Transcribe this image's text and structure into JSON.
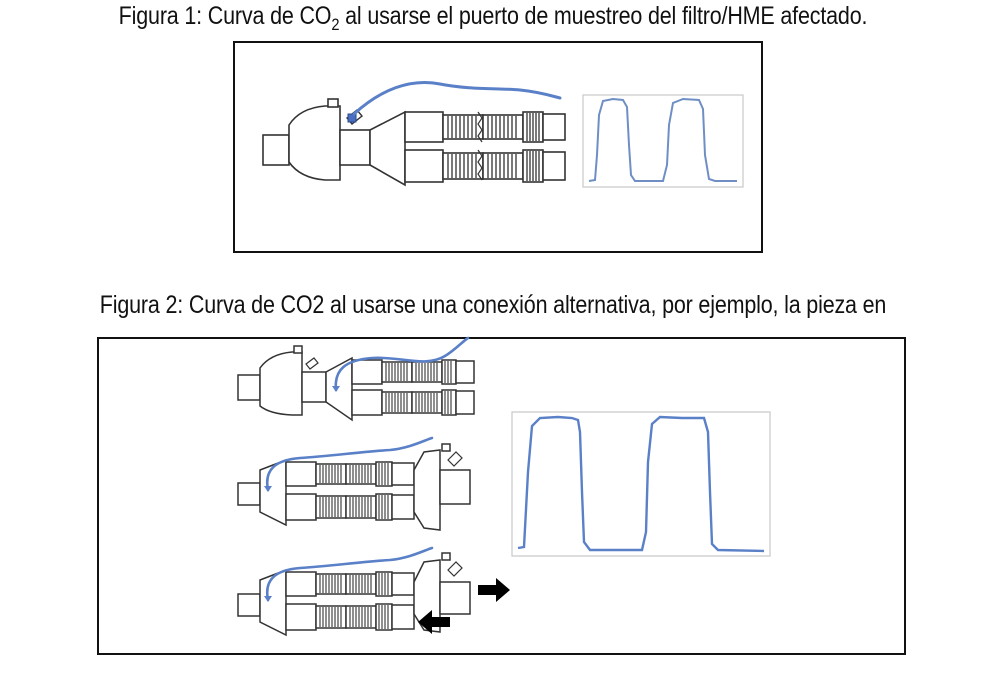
{
  "figure1": {
    "caption_main": "Figura 1: Curva de CO",
    "caption_sub": "2",
    "caption_rest": " al usarse el puerto de muestreo del filtro/HME afectado."
  },
  "figure2": {
    "caption": "Figura 2: Curva de CO2 al usarse una conexión alternativa, por ejemplo, la pieza en"
  },
  "colors": {
    "sample_line": "#5a80c8",
    "waveform": "#6f8fc4",
    "outline": "#333333",
    "arrow": "#000000"
  }
}
